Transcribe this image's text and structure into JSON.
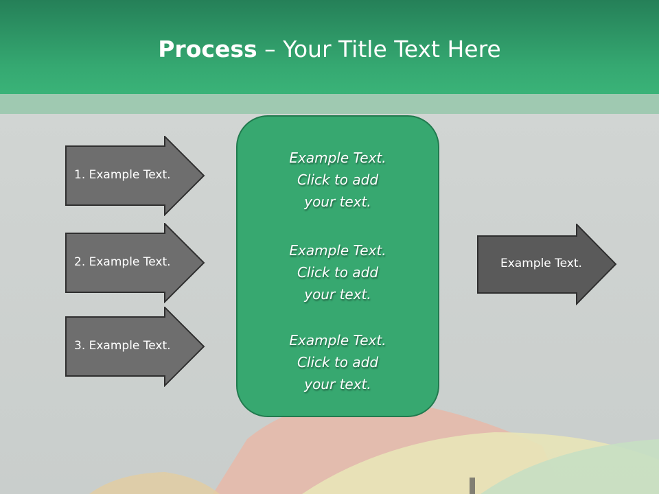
{
  "title": {
    "bold": "Process",
    "rest": " – Your Title Text Here"
  },
  "left_arrows": [
    {
      "label": "1. Example Text."
    },
    {
      "label": "2. Example Text."
    },
    {
      "label": "3. Example Text."
    }
  ],
  "center_box": {
    "paragraphs": [
      {
        "l1": "Example Text.",
        "l2": "Click  to add",
        "l3": "your text."
      },
      {
        "l1": "Example Text.",
        "l2": "Click  to add",
        "l3": "your text."
      },
      {
        "l1": "Example Text.",
        "l2": "Click  to add",
        "l3": "your text."
      }
    ]
  },
  "right_arrow": {
    "label": "Example Text."
  },
  "colors": {
    "header": "#35a871",
    "box": "#37a870",
    "arrow": "#6e6e6e"
  }
}
